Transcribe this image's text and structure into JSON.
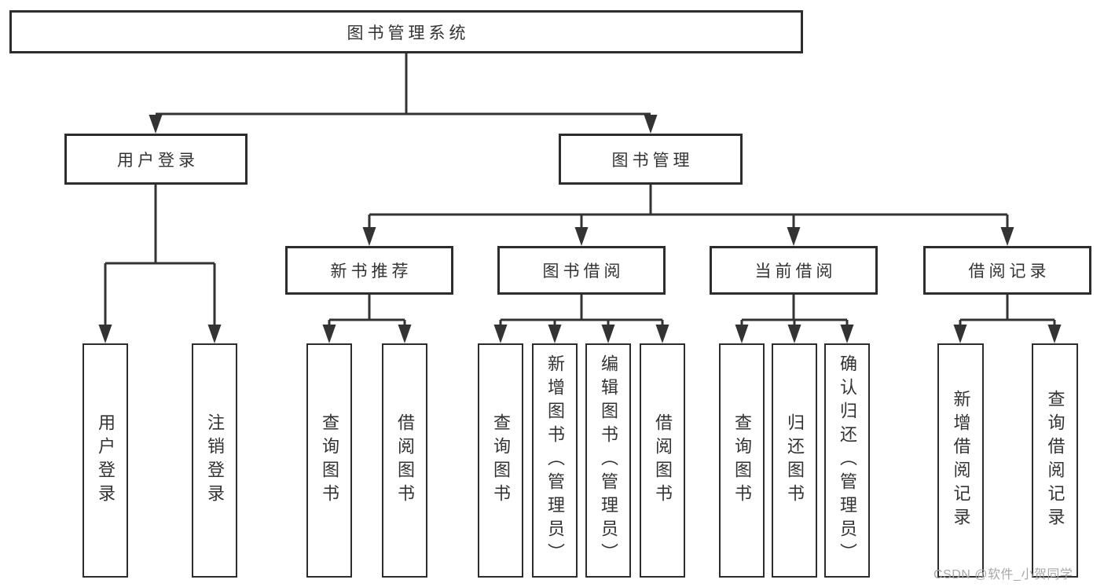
{
  "diagram_title": "图书管理系统",
  "tree": {
    "label": "图书管理系统",
    "children": [
      {
        "label": "用户登录",
        "children": [
          {
            "label": "用户登录"
          },
          {
            "label": "注销登录"
          }
        ]
      },
      {
        "label": "图书管理",
        "children": [
          {
            "label": "新书推荐",
            "children": [
              {
                "label": "查询图书"
              },
              {
                "label": "借阅图书"
              }
            ]
          },
          {
            "label": "图书借阅",
            "children": [
              {
                "label": "查询图书"
              },
              {
                "label": "新增图书（管理员）"
              },
              {
                "label": "编辑图书（管理员）"
              },
              {
                "label": "借阅图书"
              }
            ]
          },
          {
            "label": "当前借阅",
            "children": [
              {
                "label": "查询图书"
              },
              {
                "label": "归还图书"
              },
              {
                "label": "确认归还（管理员）"
              }
            ]
          },
          {
            "label": "借阅记录",
            "children": [
              {
                "label": "新增借阅记录"
              },
              {
                "label": "查询借阅记录"
              }
            ]
          }
        ]
      }
    ]
  },
  "watermark": {
    "text": "CSDN @软件_小贺同学"
  },
  "colors": {
    "line": "#333333",
    "box_border": "#2d2d2d",
    "text": "#333333",
    "watermark": "#a8a8a8",
    "background": "#ffffff"
  }
}
